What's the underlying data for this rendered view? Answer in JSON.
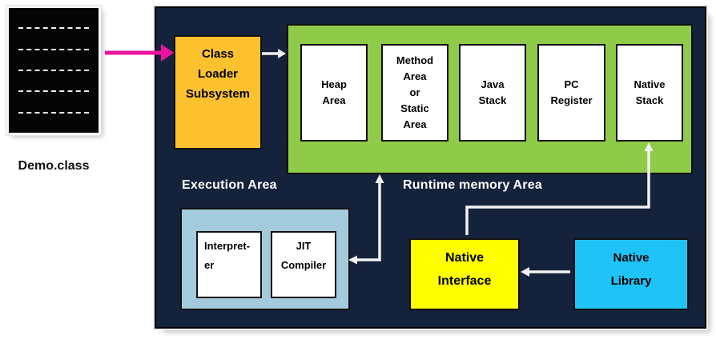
{
  "source_file": {
    "label": "Demo.class"
  },
  "class_loader": {
    "lines": [
      "Class",
      "Loader",
      "Subsystem"
    ]
  },
  "runtime_memory": {
    "label": "Runtime memory Area",
    "boxes": [
      {
        "lines": [
          "Heap",
          "Area"
        ]
      },
      {
        "lines": [
          "Method",
          "Area",
          "or",
          "Static",
          "Area"
        ]
      },
      {
        "lines": [
          "Java",
          "Stack"
        ]
      },
      {
        "lines": [
          "PC",
          "Register"
        ]
      },
      {
        "lines": [
          "Native",
          "Stack"
        ]
      }
    ]
  },
  "execution": {
    "label": "Execution Area",
    "boxes": [
      {
        "lines": [
          "Interpret-",
          "er"
        ]
      },
      {
        "lines": [
          "JIT",
          "Compiler"
        ]
      }
    ]
  },
  "native_interface": {
    "lines": [
      "Native",
      "Interface"
    ]
  },
  "native_library": {
    "lines": [
      "Native",
      "Library"
    ]
  },
  "colors": {
    "panel-bg": "#15223B",
    "runtime-green": "#8FCB48",
    "loader-orange": "#FCC12F",
    "interface-yellow": "#FFFF00",
    "library-cyan": "#1FC3F7",
    "execution-blue": "#A4CBDB",
    "box-white": "#FFFFFF",
    "arrow-white": "#F2F2F2",
    "arrow-magenta": "#EB149E",
    "text-light": "#FFFFFF"
  }
}
